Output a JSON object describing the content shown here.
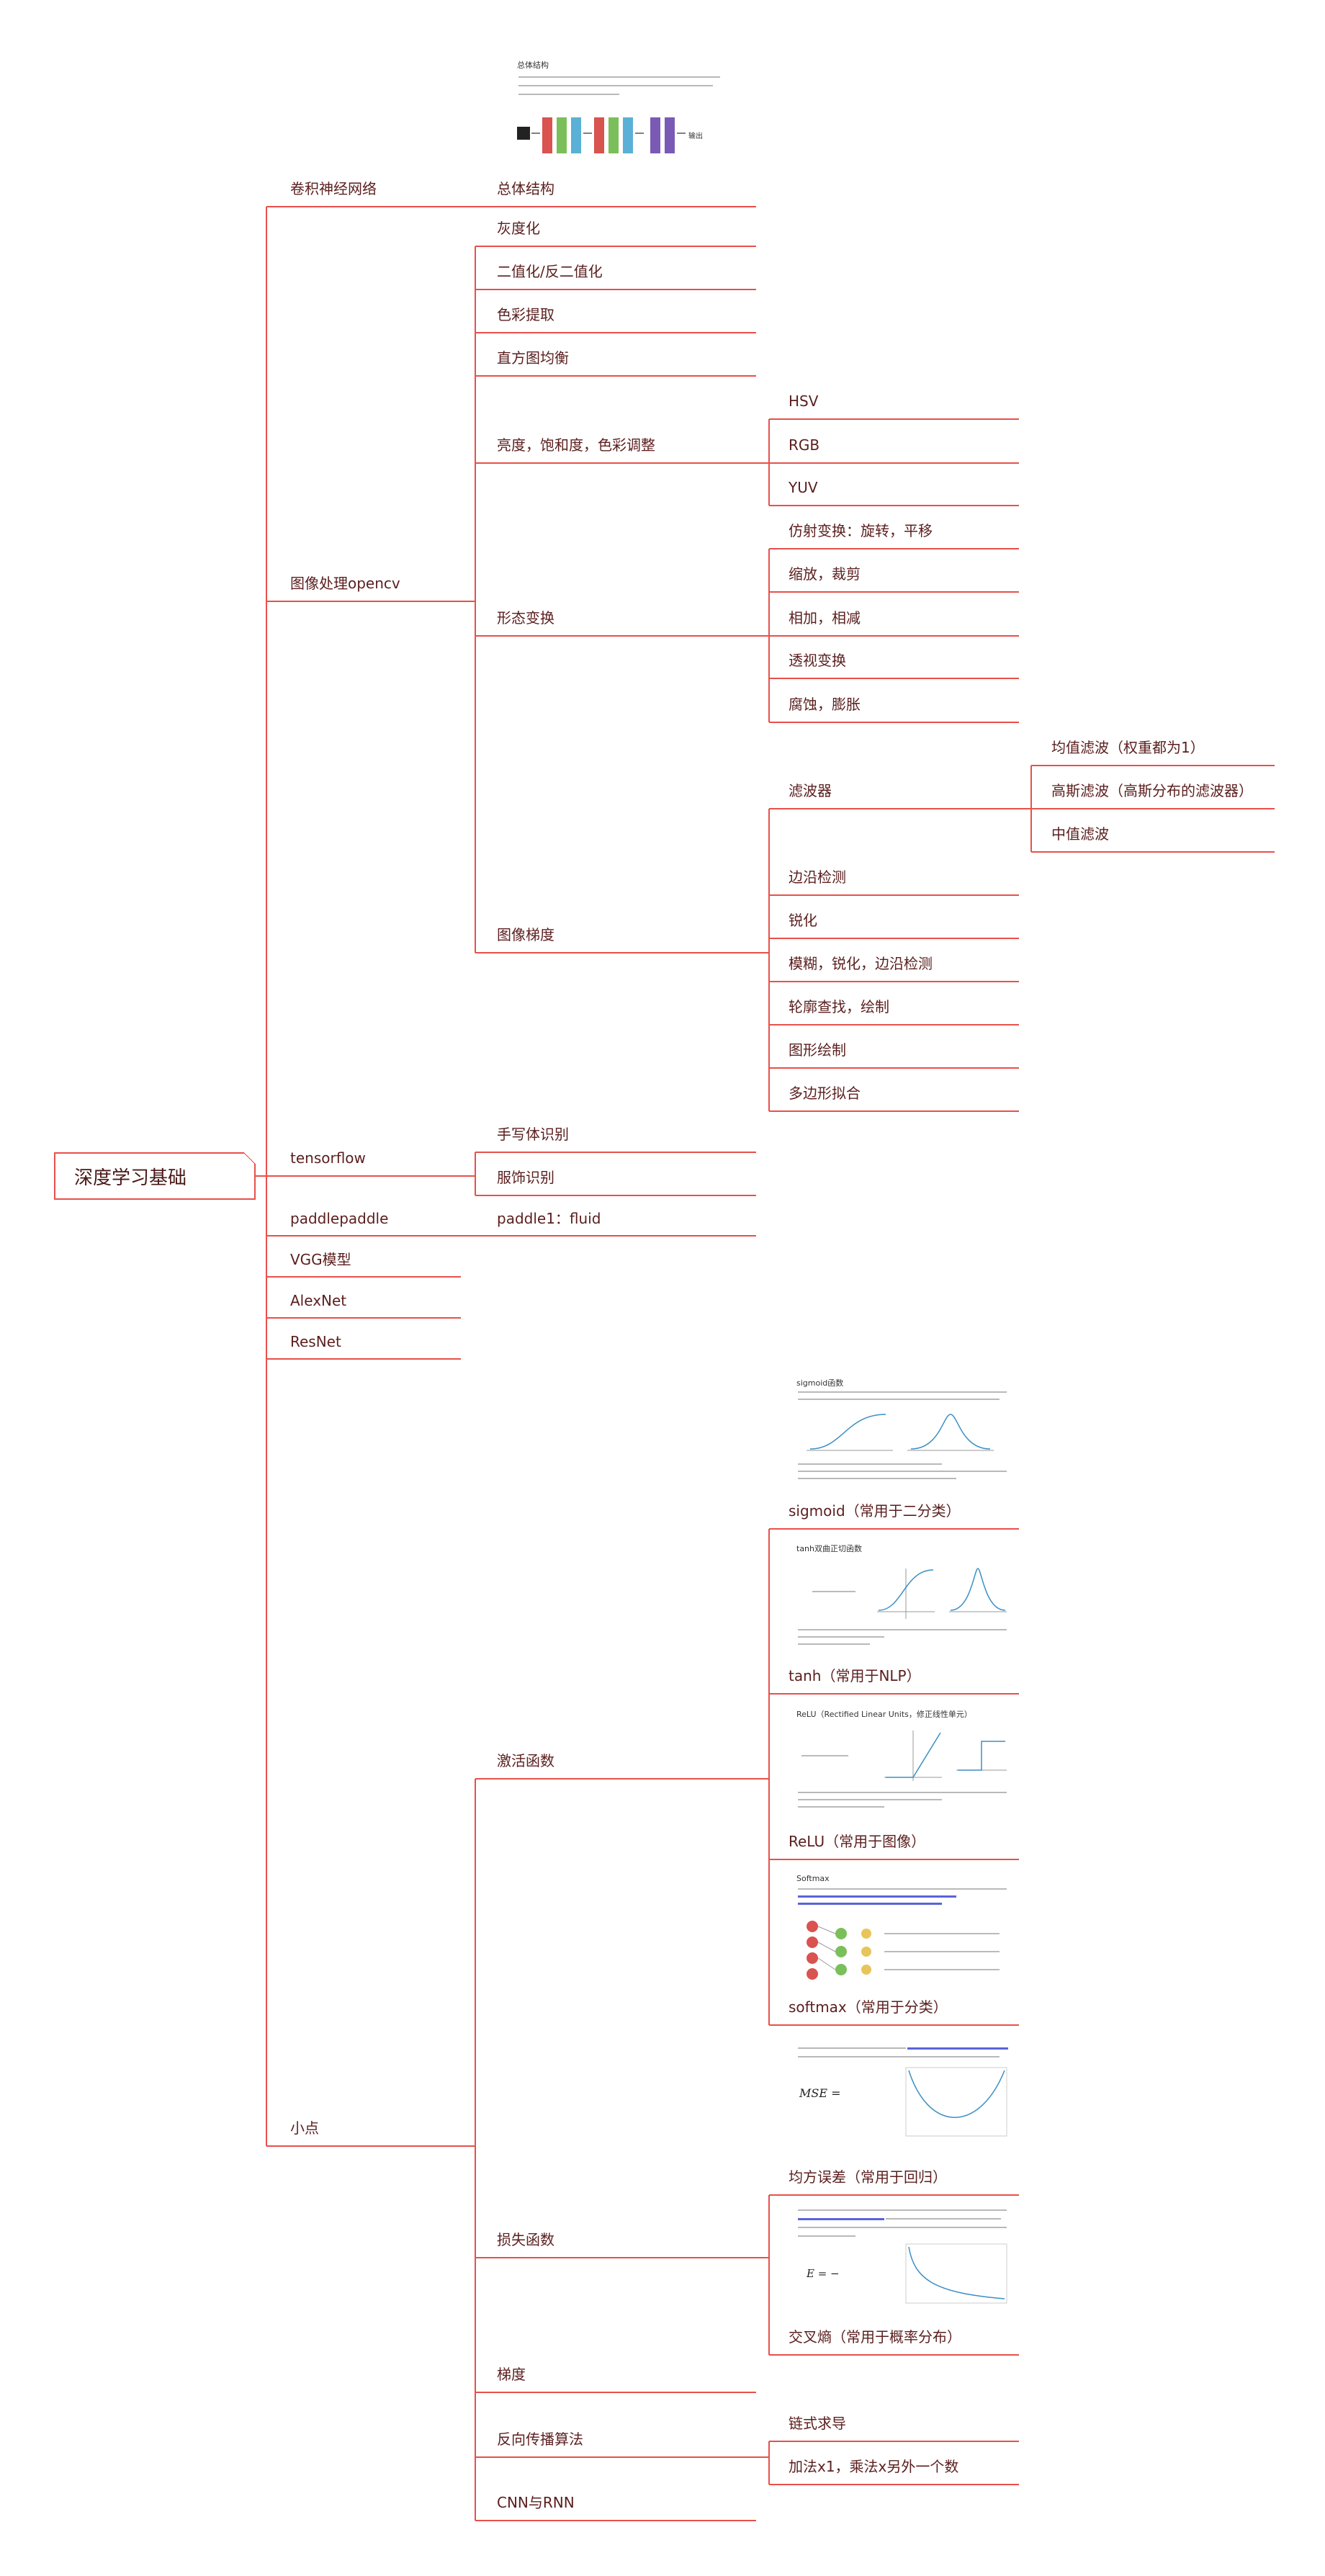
{
  "root": "深度学习基础",
  "branches": {
    "cnn": {
      "label": "卷积神经网络",
      "overall": "总体结构"
    },
    "opencv": {
      "label": "图像处理opencv",
      "gray": "灰度化",
      "binary": "二值化/反二值化",
      "color_extract": "色彩提取",
      "hist": "直方图均衡",
      "adjust": {
        "label": "亮度，饱和度，色彩调整",
        "items": [
          "HSV",
          "RGB",
          "YUV"
        ]
      },
      "morph": {
        "label": "形态变换",
        "items": [
          "仿射变换：旋转，平移",
          "缩放，裁剪",
          "相加，相减",
          "透视变换",
          "腐蚀，膨胀"
        ]
      },
      "gradient": {
        "label": "图像梯度",
        "filter": {
          "label": "滤波器",
          "items": [
            "均值滤波（权重都为1）",
            "高斯滤波（高斯分布的滤波器）",
            "中值滤波"
          ]
        },
        "items": [
          "边沿检测",
          "锐化",
          "模糊，锐化，边沿检测",
          "轮廓查找，绘制",
          "图形绘制",
          "多边形拟合"
        ]
      }
    },
    "tensorflow": {
      "label": "tensorflow",
      "items": [
        "手写体识别",
        "服饰识别"
      ]
    },
    "paddle": {
      "label": "paddlepaddle",
      "items": [
        "paddle1：fluid"
      ]
    },
    "vgg": "VGG模型",
    "alexnet": "AlexNet",
    "resnet": "ResNet",
    "tips": {
      "label": "小点",
      "activation": {
        "label": "激活函数",
        "items": [
          "sigmoid（常用于二分类）",
          "tanh（常用于NLP）",
          "ReLU（常用于图像）",
          "softmax（常用于分类）"
        ]
      },
      "loss": {
        "label": "损失函数",
        "items": [
          "均方误差（常用于回归）",
          "交叉熵（常用于概率分布）"
        ]
      },
      "grad": "梯度",
      "backprop": {
        "label": "反向传播算法",
        "items": [
          "链式求导",
          "加法x1，乘法x另外一个数"
        ]
      },
      "cnn_rnn": "CNN与RNN"
    }
  },
  "thumbnails": {
    "cnn": {
      "title": "总体结构",
      "out": "输出"
    },
    "sigmoid": {
      "title": "sigmoid函数"
    },
    "tanh": {
      "title": "tanh双曲正切函数"
    },
    "relu": {
      "title": "ReLU（Rectified Linear Units，修正线性单元）"
    },
    "softmax": {
      "title": "Softmax"
    },
    "mse": {
      "formula": "MSE ="
    },
    "ce": {
      "formula": "E = −"
    }
  },
  "colors": {
    "line": "#e8504a",
    "text": "#5b1e1e",
    "accent": "#5a63d8"
  }
}
